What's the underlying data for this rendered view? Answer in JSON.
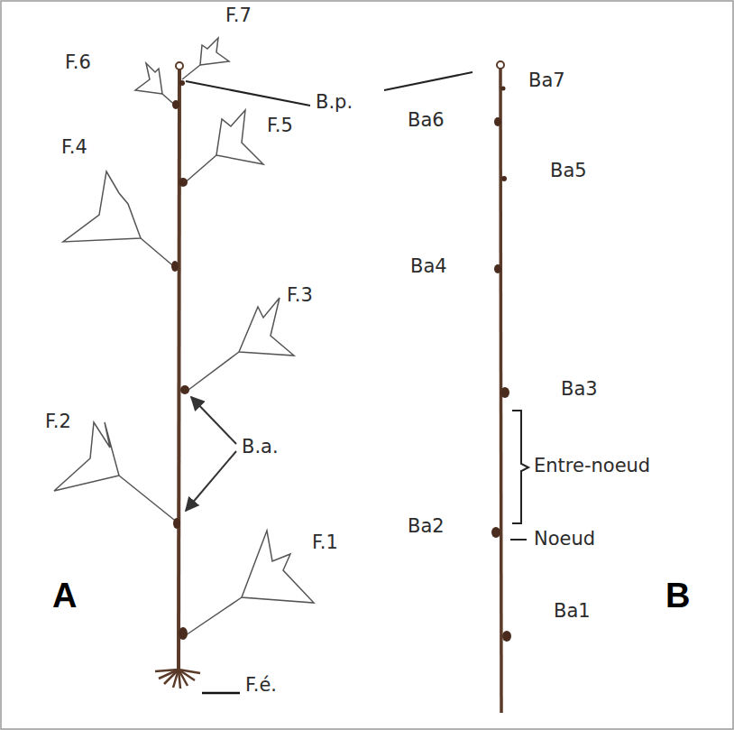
{
  "diagram": {
    "labels": [
      "F.6",
      "F.7",
      "B.p.",
      "Ba7",
      "F.5",
      "Ba6",
      "Ba5",
      "F.4",
      "Ba4",
      "F.3",
      "Ba3",
      "B.a.",
      "F.2",
      "Entre-noeud",
      "Ba2",
      "Noeud",
      "F.1",
      "Ba1",
      "A",
      "B",
      "F.é."
    ]
  }
}
